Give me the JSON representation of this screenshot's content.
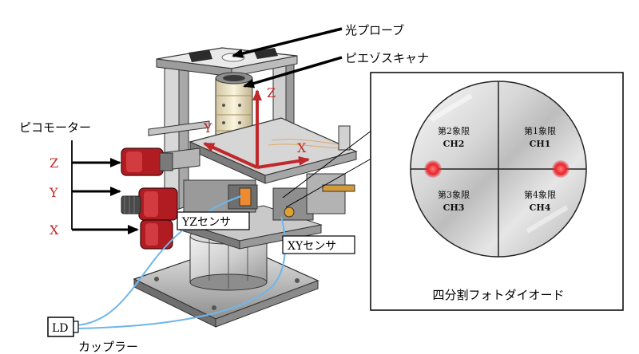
{
  "labels": {
    "optical_probe": "光プローブ",
    "piezo_scanner": "ピエゾスキャナ",
    "pico_motor": "ピコモーター",
    "motor_z": "Z",
    "motor_y": "Y",
    "motor_x": "X",
    "yz_sensor": "YZセンサ",
    "xy_sensor": "XYセンサ",
    "ld": "LD",
    "coupler": "カップラー",
    "axis_z": "Z",
    "axis_y": "Y",
    "axis_x": "X",
    "photodiode_caption": "四分割フォトダイオード"
  },
  "quadrants": [
    {
      "name": "第2象限",
      "channel": "CH2"
    },
    {
      "name": "第1象限",
      "channel": "CH1"
    },
    {
      "name": "第3象限",
      "channel": "CH3"
    },
    {
      "name": "第4象限",
      "channel": "CH4"
    }
  ],
  "colors": {
    "axis_red": "#c0282a",
    "motor_red": "#b01c22",
    "fiber_blue": "#6fb6ea",
    "laser_spot": "#e8262e"
  }
}
